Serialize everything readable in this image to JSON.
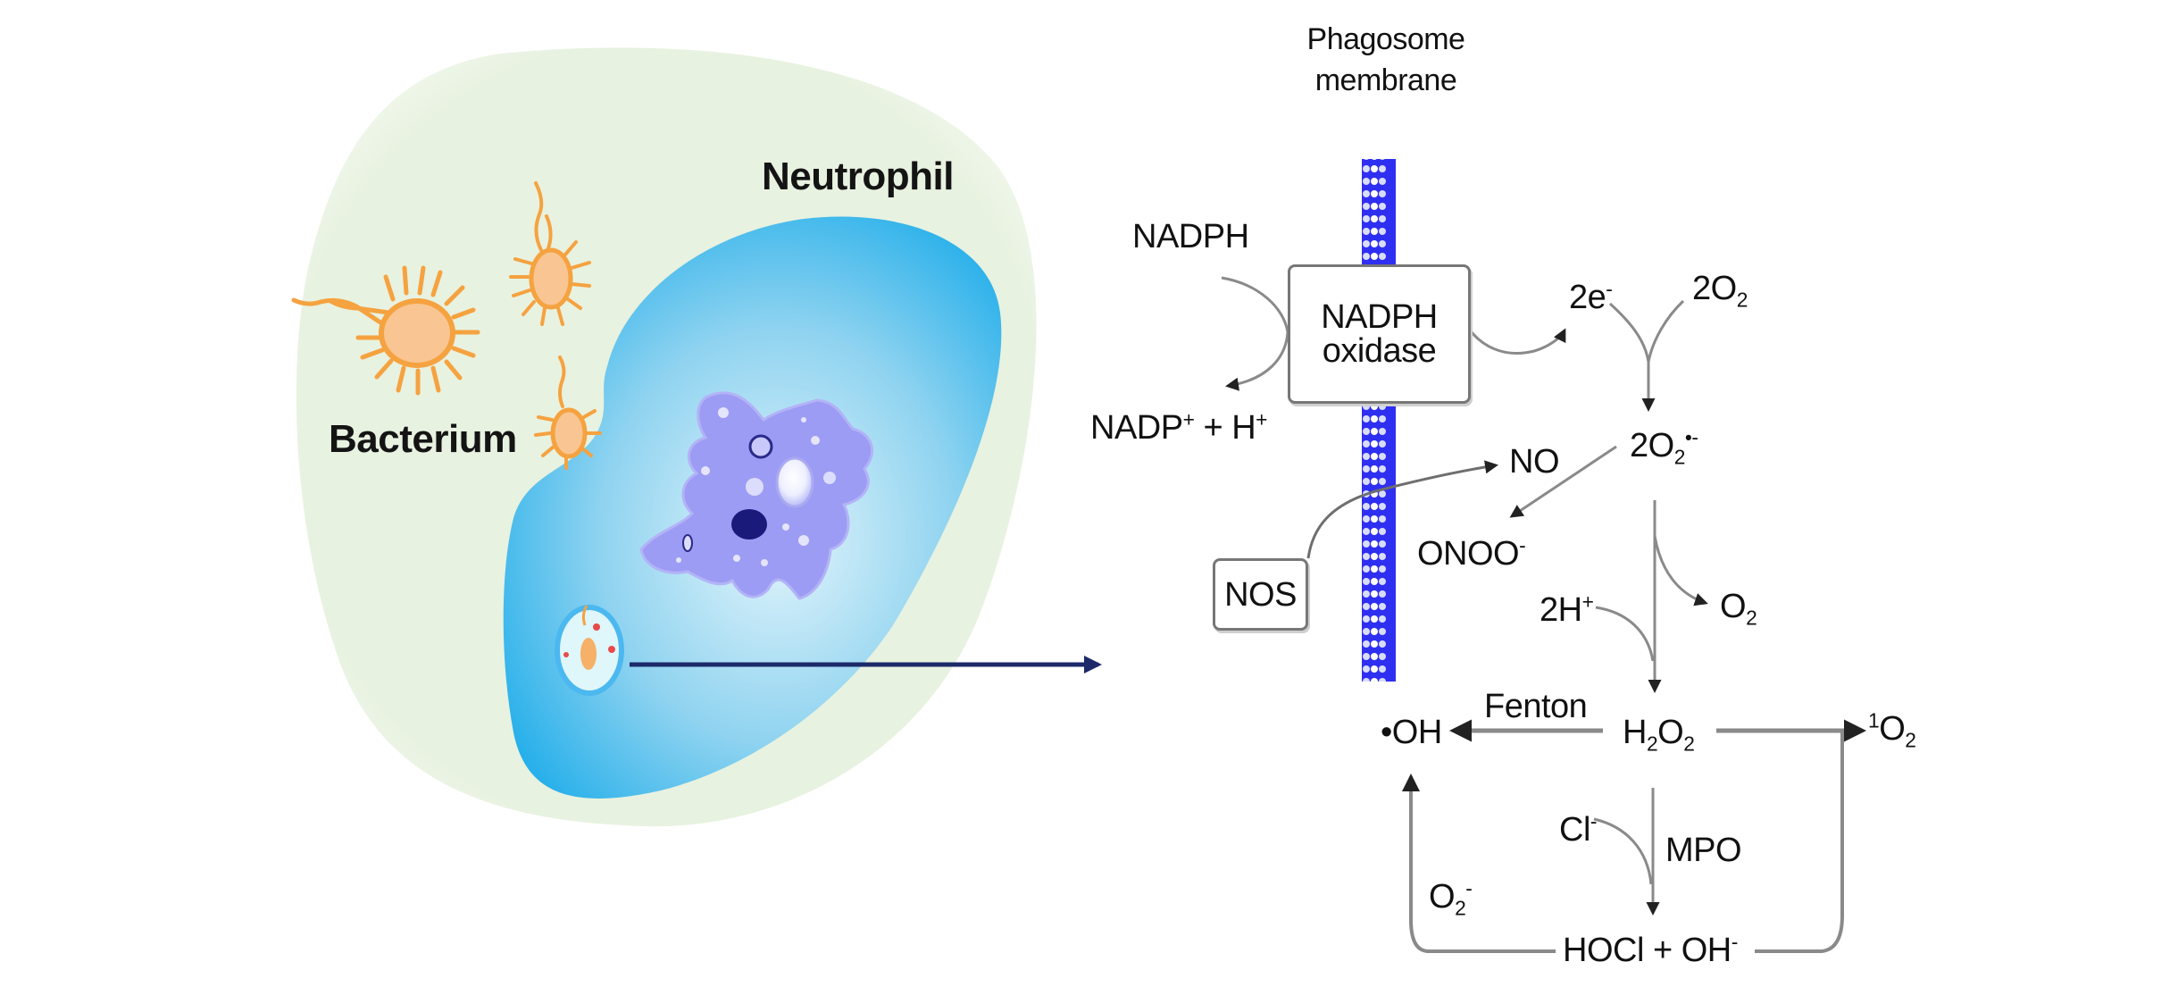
{
  "title": "Neutrophil phagosome reactive oxygen and nitrogen species generation",
  "cell_labels": {
    "neutrophil": "Neutrophil",
    "bacterium": "Bacterium"
  },
  "membrane_label": {
    "line1": "Phagosome",
    "line2": "membrane"
  },
  "enzymes": {
    "nadph_oxidase_line1": "NADPH",
    "nadph_oxidase_line2": "oxidase",
    "nos": "NOS",
    "mpo": "MPO",
    "fenton": "Fenton"
  },
  "species": {
    "nadph": "NADPH",
    "nadp_plus": {
      "base": "NADP",
      "sup": "+",
      "rest": " + H",
      "sup2": "+"
    },
    "electrons": {
      "base": "2e",
      "sup": "-"
    },
    "oxygen_in": {
      "base": "2O",
      "sub": "2"
    },
    "superoxide": {
      "base": "2O",
      "sub": "2",
      "sup": "•-"
    },
    "nitric_oxide": "NO",
    "peroxynitrite": {
      "base": "ONOO",
      "sup": "-"
    },
    "protons": {
      "base": "2H",
      "sup": "+"
    },
    "oxygen_out": {
      "base": "O",
      "sub": "2"
    },
    "hydrogen_peroxide": {
      "h": "H",
      "sub1": "2",
      "o": "O",
      "sub2": "2"
    },
    "hydroxyl_radical": "•OH",
    "singlet_oxygen": {
      "sup": "1",
      "base": "O",
      "sub": "2"
    },
    "chloride": {
      "base": "Cl",
      "sup": "-"
    },
    "superoxide_small": {
      "base": "O",
      "sub": "2",
      "sup": "-"
    },
    "hypochlorous": {
      "base": "HOCl + OH",
      "sup": "-"
    }
  },
  "colors": {
    "outer_cell": "#e9f3e1",
    "cytoplasm_edge": "#29b4ee",
    "cytoplasm_center": "#dff3fa",
    "nucleus": "#9c9cf4",
    "nucleus_dark": "#1a1a7a",
    "bacterium_stroke": "#f5a240",
    "bacterium_fill": "#f9c592",
    "membrane": "#2a2af0",
    "pointer_arrow": "#1c2a6a",
    "reaction_arrow": "#888888"
  }
}
